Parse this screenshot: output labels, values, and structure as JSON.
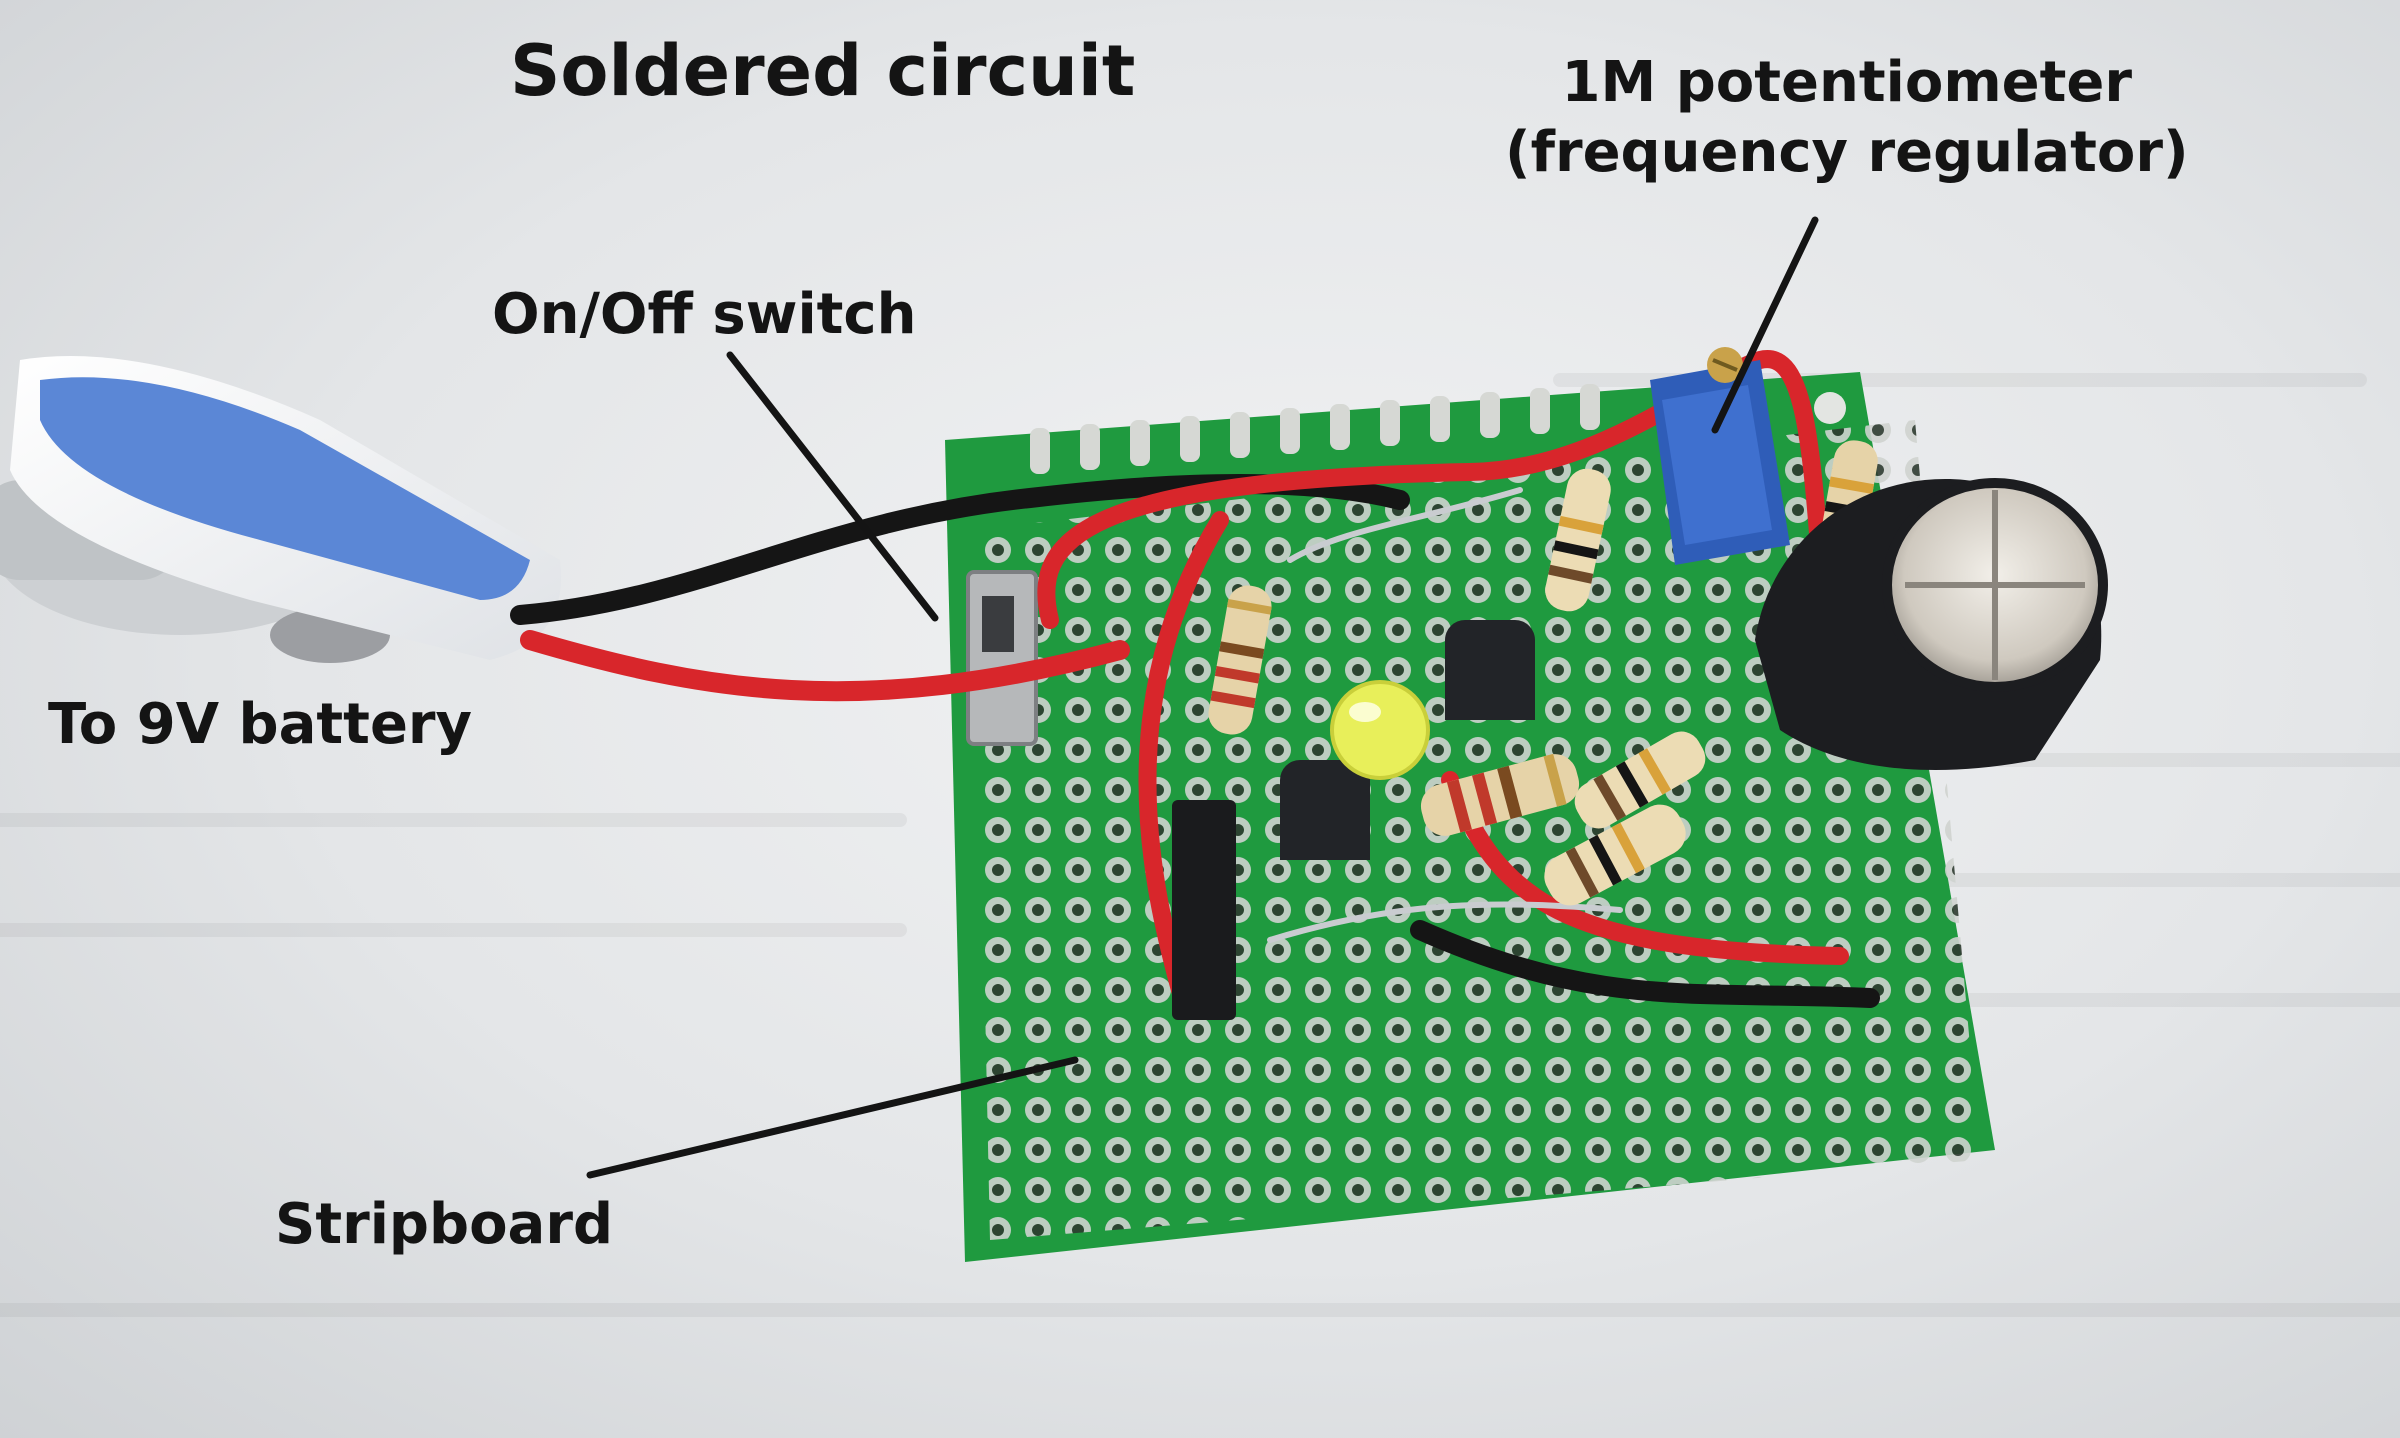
{
  "labels": {
    "title": "Soldered circuit",
    "potentiometer_line1": "1M potentiometer",
    "potentiometer_line2": "(frequency regulator)",
    "switch": "On/Off switch",
    "battery": "To 9V battery",
    "stripboard": "Stripboard"
  },
  "colors": {
    "board": "#1f9a3f",
    "pad": "#d6d8d4",
    "wire_red": "#d8262b",
    "wire_black": "#151515",
    "capacitor": "#1c1d20",
    "potentiometer": "#2f5db8",
    "led": "#e8ef5a",
    "battery_snap": "#5b87d6"
  },
  "icons": [
    "battery-snap",
    "on-off-switch",
    "stripboard",
    "potentiometer",
    "capacitor",
    "led",
    "resistor",
    "transistor",
    "ic-chip"
  ]
}
